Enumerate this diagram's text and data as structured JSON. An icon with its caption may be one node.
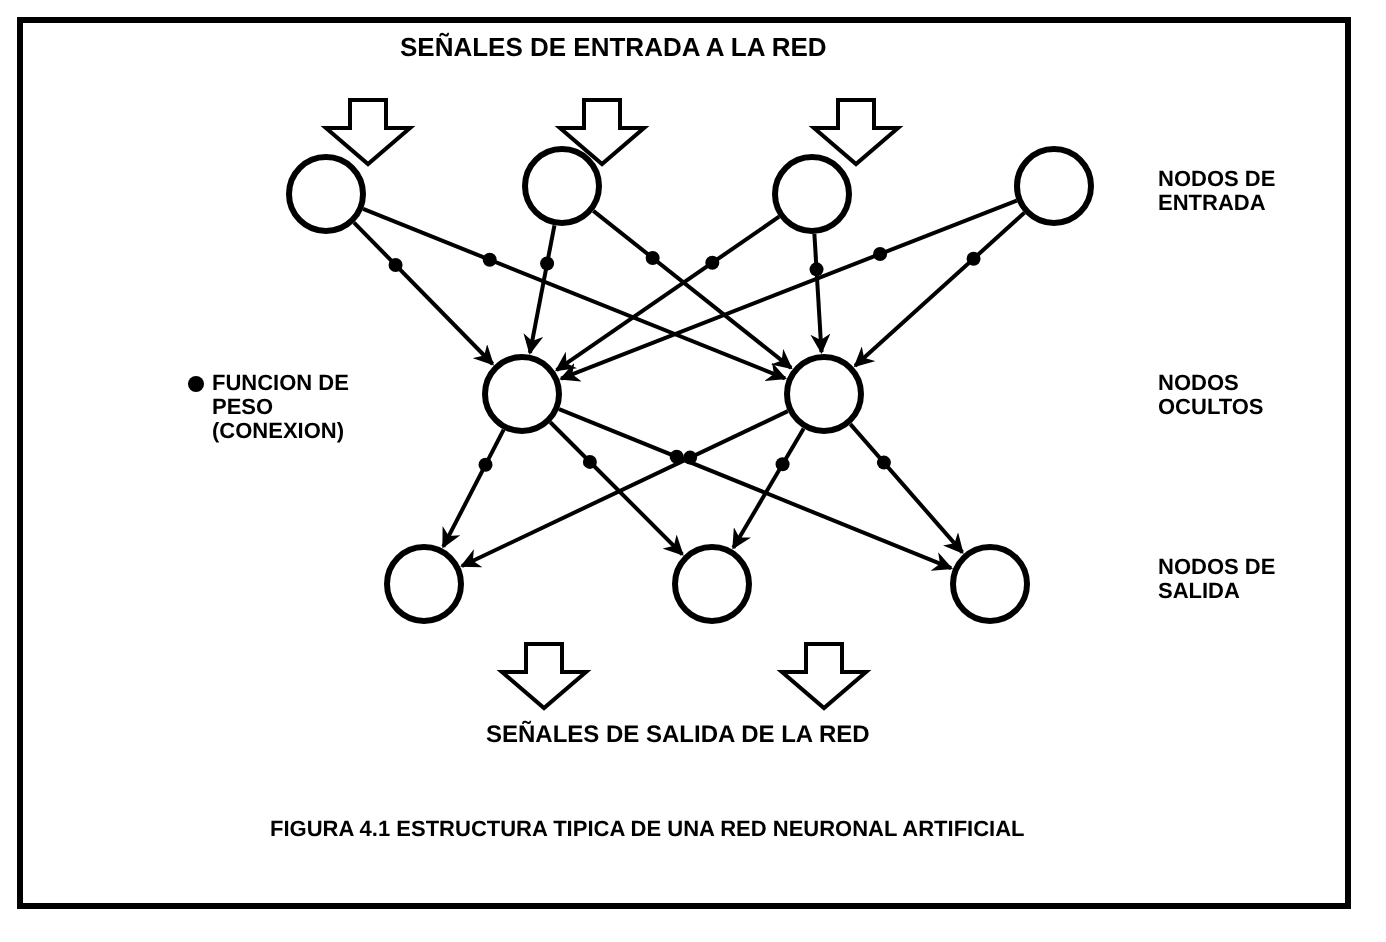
{
  "diagram": {
    "caption": "FIGURA 4.1 ESTRUCTURA TIPICA DE UNA RED NEURONAL ARTIFICIAL",
    "nodes": [
      {
        "text": [],
        "shape": "circle"
      },
      {
        "text": [],
        "shape": "circle"
      },
      {
        "text": [],
        "shape": "circle"
      },
      {
        "text": [],
        "shape": "circle"
      },
      {
        "text": [],
        "shape": "circle"
      },
      {
        "text": [],
        "shape": "circle"
      },
      {
        "text": [],
        "shape": "circle"
      },
      {
        "text": [],
        "shape": "circle"
      },
      {
        "text": [],
        "shape": "circle"
      }
    ],
    "edges": [
      {
        "from": 0,
        "to": 4,
        "arrow": "to"
      },
      {
        "from": 0,
        "to": 5,
        "arrow": "to"
      },
      {
        "from": 1,
        "to": 4,
        "arrow": "to"
      },
      {
        "from": 1,
        "to": 5,
        "arrow": "to"
      },
      {
        "from": 2,
        "to": 4,
        "arrow": "to"
      },
      {
        "from": 2,
        "to": 5,
        "arrow": "to"
      },
      {
        "from": 3,
        "to": 4,
        "arrow": "to"
      },
      {
        "from": 3,
        "to": 5,
        "arrow": "to"
      },
      {
        "from": 4,
        "to": 6,
        "arrow": "to"
      },
      {
        "from": 4,
        "to": 7,
        "arrow": "to"
      },
      {
        "from": 4,
        "to": 8,
        "arrow": "to"
      },
      {
        "from": 5,
        "to": 6,
        "arrow": "to"
      },
      {
        "from": 5,
        "to": 7,
        "arrow": "to"
      },
      {
        "from": 5,
        "to": 8,
        "arrow": "to"
      }
    ],
    "labels": [
      "SEÑALES DE ENTRADA A LA RED",
      "NODOS DE ENTRADA",
      "FUNCION DE PESO (CONEXION)",
      "NODOS OCULTOS",
      "NODOS DE SALIDA",
      "SEÑALES DE SALIDA DE LA RED"
    ]
  }
}
